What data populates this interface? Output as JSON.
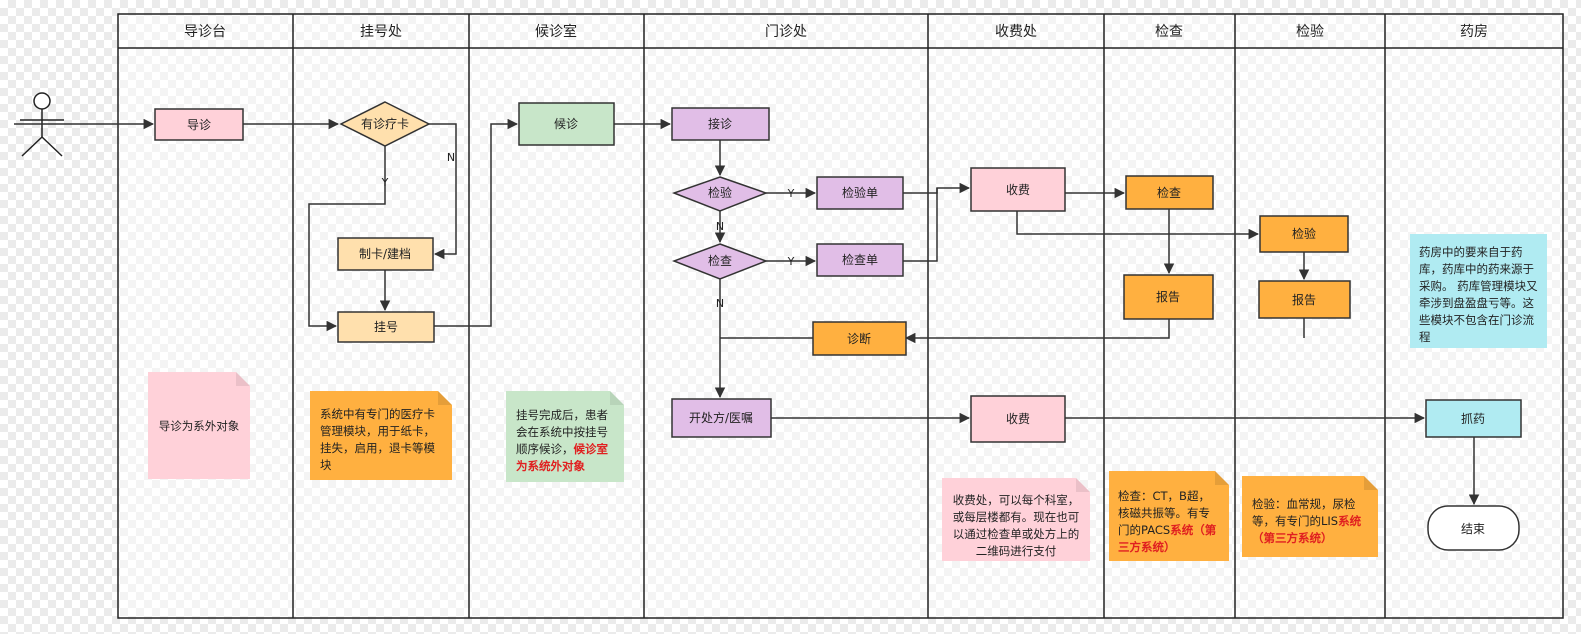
{
  "lanes": [
    "导诊台",
    "挂号处",
    "候诊室",
    "门诊处",
    "收费处",
    "检查",
    "检验",
    "药房"
  ],
  "nodes": {
    "guidance": "导诊",
    "has_card": "有诊疗卡",
    "make_card": "制卡/建档",
    "register": "挂号",
    "wait": "候诊",
    "reception": "接诊",
    "lab_decision": "检验",
    "lab_form": "检验单",
    "exam_decision": "检查",
    "exam_form": "检查单",
    "payment_1": "收费",
    "exam": "检查",
    "lab_test": "检验",
    "exam_report": "报告",
    "lab_report": "报告",
    "diagnosis": "诊断",
    "prescription": "开处方/医嘱",
    "payment_2": "收费",
    "dispense": "抓药",
    "end": "结束"
  },
  "branch_labels": {
    "card_no": "N",
    "card_yes": "Y",
    "lab_yes": "Y",
    "lab_no": "N",
    "exam_yes": "Y",
    "exam_no": "N"
  },
  "notes": {
    "guidance": "导诊为系外对象",
    "registration": "系统中有专门的医疗卡管理模块，用于纸卡，挂失，启用，退卡等模块",
    "waiting_text": "挂号完成后，患者会在系统中按挂号顺序候诊，",
    "waiting_highlight": "候诊室为系统外对象",
    "cashier": "收费处，可以每个科室，或每层楼都有。现在也可以通过检查单或处方上的二维码进行支付",
    "exam_text": "检查：CT，B超，核磁共振等。有专门的PACS",
    "exam_highlight": "系统（第三方系统）",
    "lab_text": "检验：血常规，尿检等，有专门的LIS",
    "lab_highlight": "系统（第三方系统）",
    "pharmacy": "药房中的要来自于药库，药库中的药来源于采购。 药库管理模块又牵涉到盘盈盘亏等。这些模块不包含在门诊流程"
  },
  "colors": {
    "pink": "#ffd1d9",
    "peach": "#ffe0ad",
    "green": "#c8e6c9",
    "purple": "#e1bee7",
    "orange": "#ffb040",
    "cyan": "#b0ebf2",
    "highlight": "#e02020"
  }
}
